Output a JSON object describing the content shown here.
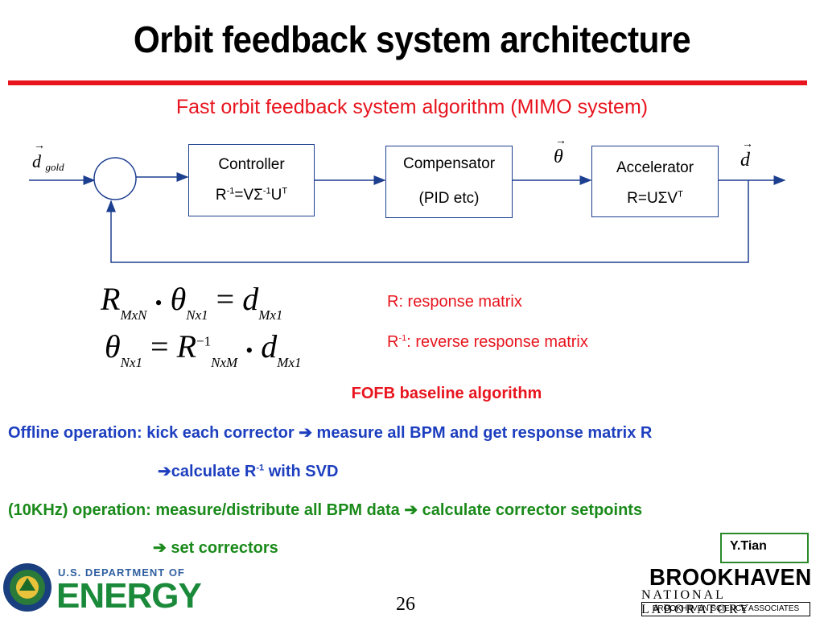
{
  "title": "Orbit feedback system architecture",
  "subtitle": "Fast orbit feedback system algorithm (MIMO system)",
  "diagram": {
    "input_label": "d",
    "input_subscript": "gold",
    "controller": {
      "name": "Controller",
      "formula_prefix": "R",
      "formula_sup1": "-1",
      "formula_mid": "=VΣ",
      "formula_sup2": "-1",
      "formula_end": "U",
      "formula_sup3": "T"
    },
    "compensator": {
      "name": "Compensator",
      "detail": "(PID etc)"
    },
    "theta_label": "θ",
    "accelerator": {
      "name": "Accelerator",
      "formula": "R=UΣV",
      "formula_sup": "T"
    },
    "output_label": "d"
  },
  "equations": {
    "eq1": {
      "R": "R",
      "R_sub": "MxN",
      "dot": "•",
      "theta": "θ",
      "theta_sub": "Nx1",
      "eq": "=",
      "d": "d",
      "d_sub": "Mx1"
    },
    "eq2": {
      "theta": "θ",
      "theta_sub": "Nx1",
      "eq": "=",
      "R": "R",
      "R_sup": "−1",
      "R_sub": "NxM",
      "dot": "•",
      "d": "d",
      "d_sub": "Mx1"
    }
  },
  "notes": {
    "n1": "R: response matrix",
    "n2_prefix": "R",
    "n2_sup": "-1",
    "n2_rest": ": reverse response matrix"
  },
  "fofb_heading": "FOFB baseline algorithm",
  "lines": {
    "offline_a": "Offline operation: kick each corrector ",
    "arrow": "➔",
    "offline_b": " measure all BPM and get response matrix R",
    "calc_a": "calculate R",
    "calc_sup": "-1",
    "calc_b": "  with SVD",
    "online_a": "(10KHz) operation: measure/distribute all BPM data  ",
    "online_b": " calculate corrector setpoints",
    "set_b": " set correctors"
  },
  "author": "Y.Tian",
  "page_number": "26",
  "footer": {
    "doe_line1": "U.S. DEPARTMENT OF",
    "doe_line2": "ENERGY",
    "bnl_line1": "BROOKHAVEN",
    "bnl_line2": "NATIONAL LABORATORY",
    "bnl_line3": "BROOKHAVEN SCIENCE ASSOCIATES"
  },
  "colors": {
    "accent_red": "#e8141e",
    "box_border": "#1d3f8f",
    "blue_text": "#1d3fbf",
    "green_text": "#1a8a1a"
  }
}
